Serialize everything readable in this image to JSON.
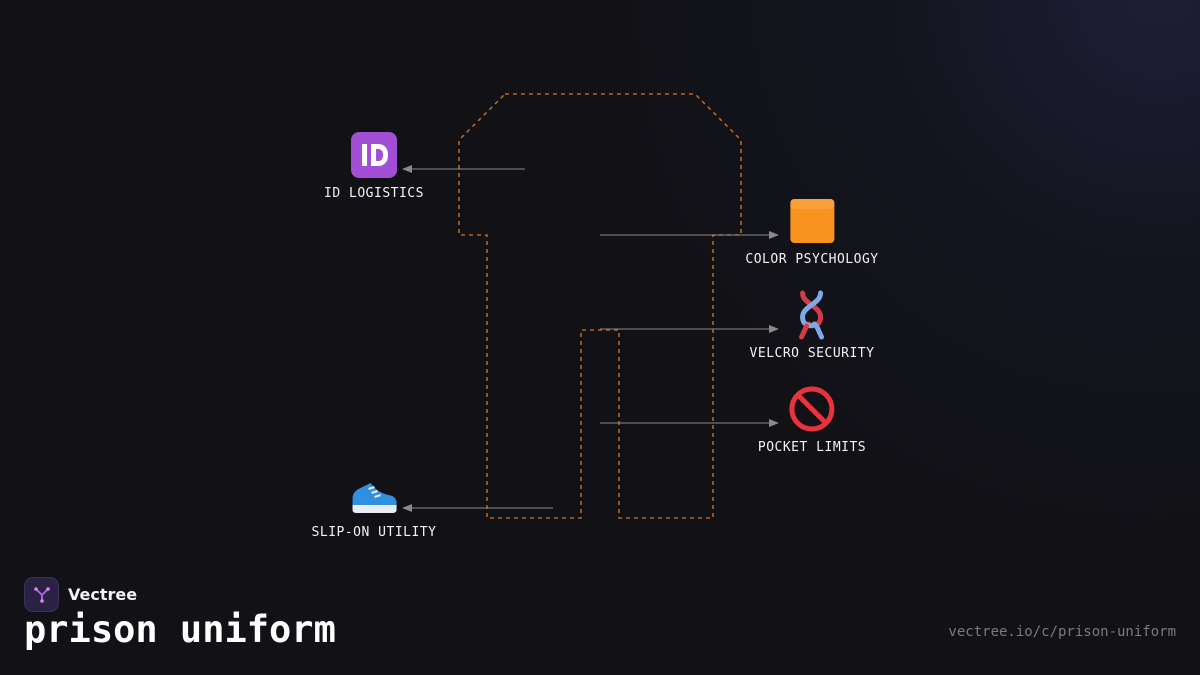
{
  "brand": {
    "name": "Vectree",
    "logo_icon": "vectree-tree-icon"
  },
  "title": "prison uniform",
  "url": "vectree.io/c/prison-uniform",
  "colors": {
    "background": "#111116",
    "outline": "#b8641a",
    "arrow": "#8a8a8a",
    "label": "#f2f2f2",
    "url": "#7a7a80"
  },
  "diagram": {
    "subject_outline": "dashed-shirt-and-pants-outline",
    "nodes": [
      {
        "id": "id-logistics",
        "label": "ID LOGISTICS",
        "icon": "id-badge-icon",
        "side": "left"
      },
      {
        "id": "color-psychology",
        "label": "COLOR PSYCHOLOGY",
        "icon": "orange-square-icon",
        "side": "right"
      },
      {
        "id": "velcro-security",
        "label": "VELCRO SECURITY",
        "icon": "knot-icon",
        "side": "right"
      },
      {
        "id": "pocket-limits",
        "label": "POCKET LIMITS",
        "icon": "prohibited-icon",
        "side": "right"
      },
      {
        "id": "slip-on-utility",
        "label": "SLIP-ON UTILITY",
        "icon": "sneaker-icon",
        "side": "left"
      }
    ]
  }
}
